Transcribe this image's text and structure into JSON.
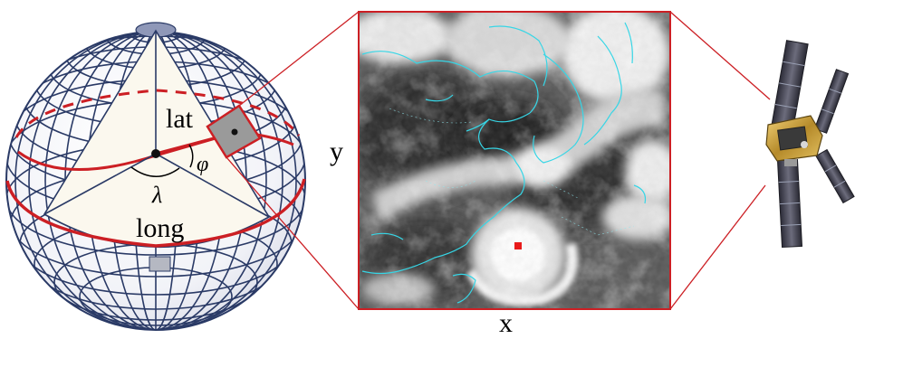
{
  "diagram": {
    "globe": {
      "labels": {
        "lat": "lat",
        "long": "long",
        "phi": "φ",
        "lambda": "λ"
      }
    },
    "satellite_image": {
      "x_label": "x",
      "y_label": "y"
    },
    "colors": {
      "accent_red": "#cc1f24",
      "globe_stroke": "#2a3a66",
      "coastline": "#36d6e6"
    }
  }
}
